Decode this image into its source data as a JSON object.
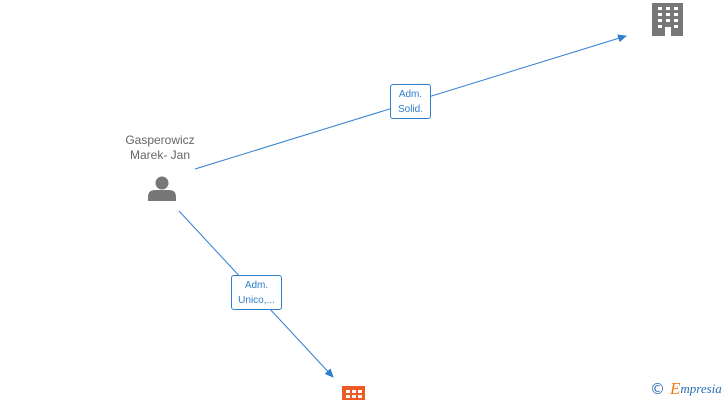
{
  "person": {
    "name_line1": "Gasperowicz",
    "name_line2": "Marek- Jan"
  },
  "relations": [
    {
      "line1": "Adm.",
      "line2": "Solid."
    },
    {
      "line1": "Adm.",
      "line2": "Unico,..."
    }
  ],
  "icons": {
    "person": "person-icon",
    "company_top": "building-icon",
    "company_bottom": "building-icon"
  },
  "colors": {
    "edge": "#2f7fce",
    "person": "#777777",
    "company_top": "#777777",
    "company_bottom": "#ee5a24",
    "label_text": "#2f7fce",
    "name_text": "#666666"
  },
  "watermark": {
    "symbol": "©",
    "brand_initial": "E",
    "brand_rest": "mpresia"
  }
}
